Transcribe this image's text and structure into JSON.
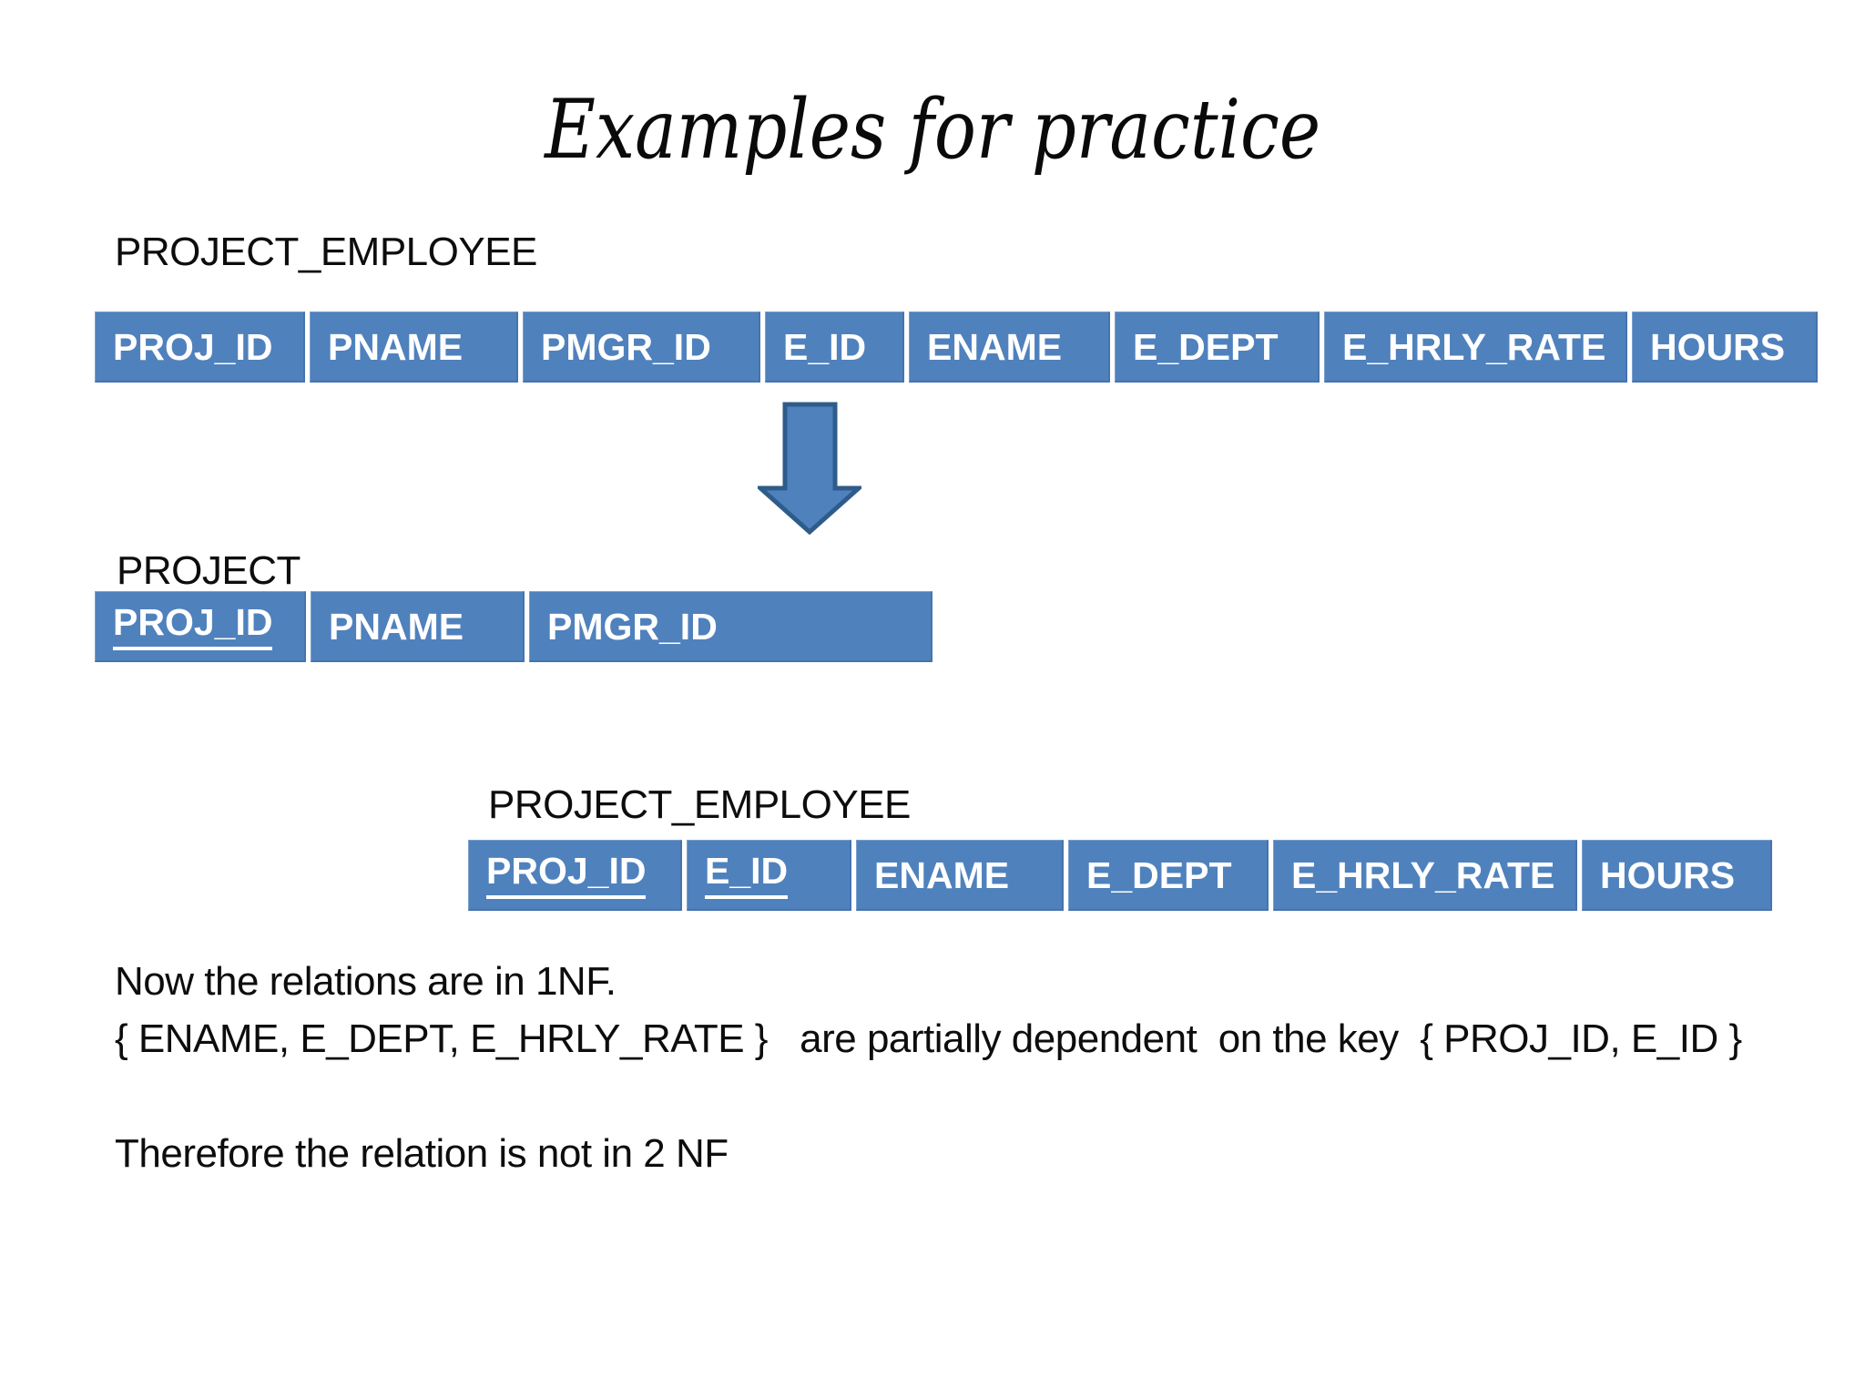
{
  "slide": {
    "title": "Examples for practice"
  },
  "theme": {
    "background": "#ffffff",
    "cell_fill": "#4f81bd",
    "cell_text": "#ffffff",
    "arrow_fill": "#4f81bd",
    "arrow_outline": "#2e5c8a"
  },
  "sections": {
    "table1": {
      "label": "PROJECT_EMPLOYEE",
      "columns": [
        "PROJ_ID",
        "PNAME",
        "PMGR_ID",
        "E_ID",
        "ENAME",
        "E_DEPT",
        "E_HRLY_RATE",
        "HOURS"
      ],
      "key_columns": []
    },
    "table2": {
      "label": "PROJECT",
      "columns": [
        "PROJ_ID",
        "PNAME",
        "PMGR_ID"
      ],
      "key_columns": [
        "PROJ_ID"
      ]
    },
    "table3": {
      "label": "PROJECT_EMPLOYEE",
      "columns": [
        "PROJ_ID",
        "E_ID",
        "ENAME",
        "E_DEPT",
        "E_HRLY_RATE",
        "HOURS"
      ],
      "key_columns": [
        "PROJ_ID",
        "E_ID"
      ]
    }
  },
  "arrow": {
    "name": "decomposition-down-arrow"
  },
  "notes": {
    "line1": "Now the relations are in 1NF.",
    "line2": "{ ENAME, E_DEPT, E_HRLY_RATE }   are partially dependent  on the key  { PROJ_ID, E_ID }",
    "line3": "",
    "line4": "Therefore the relation is not in 2 NF"
  }
}
